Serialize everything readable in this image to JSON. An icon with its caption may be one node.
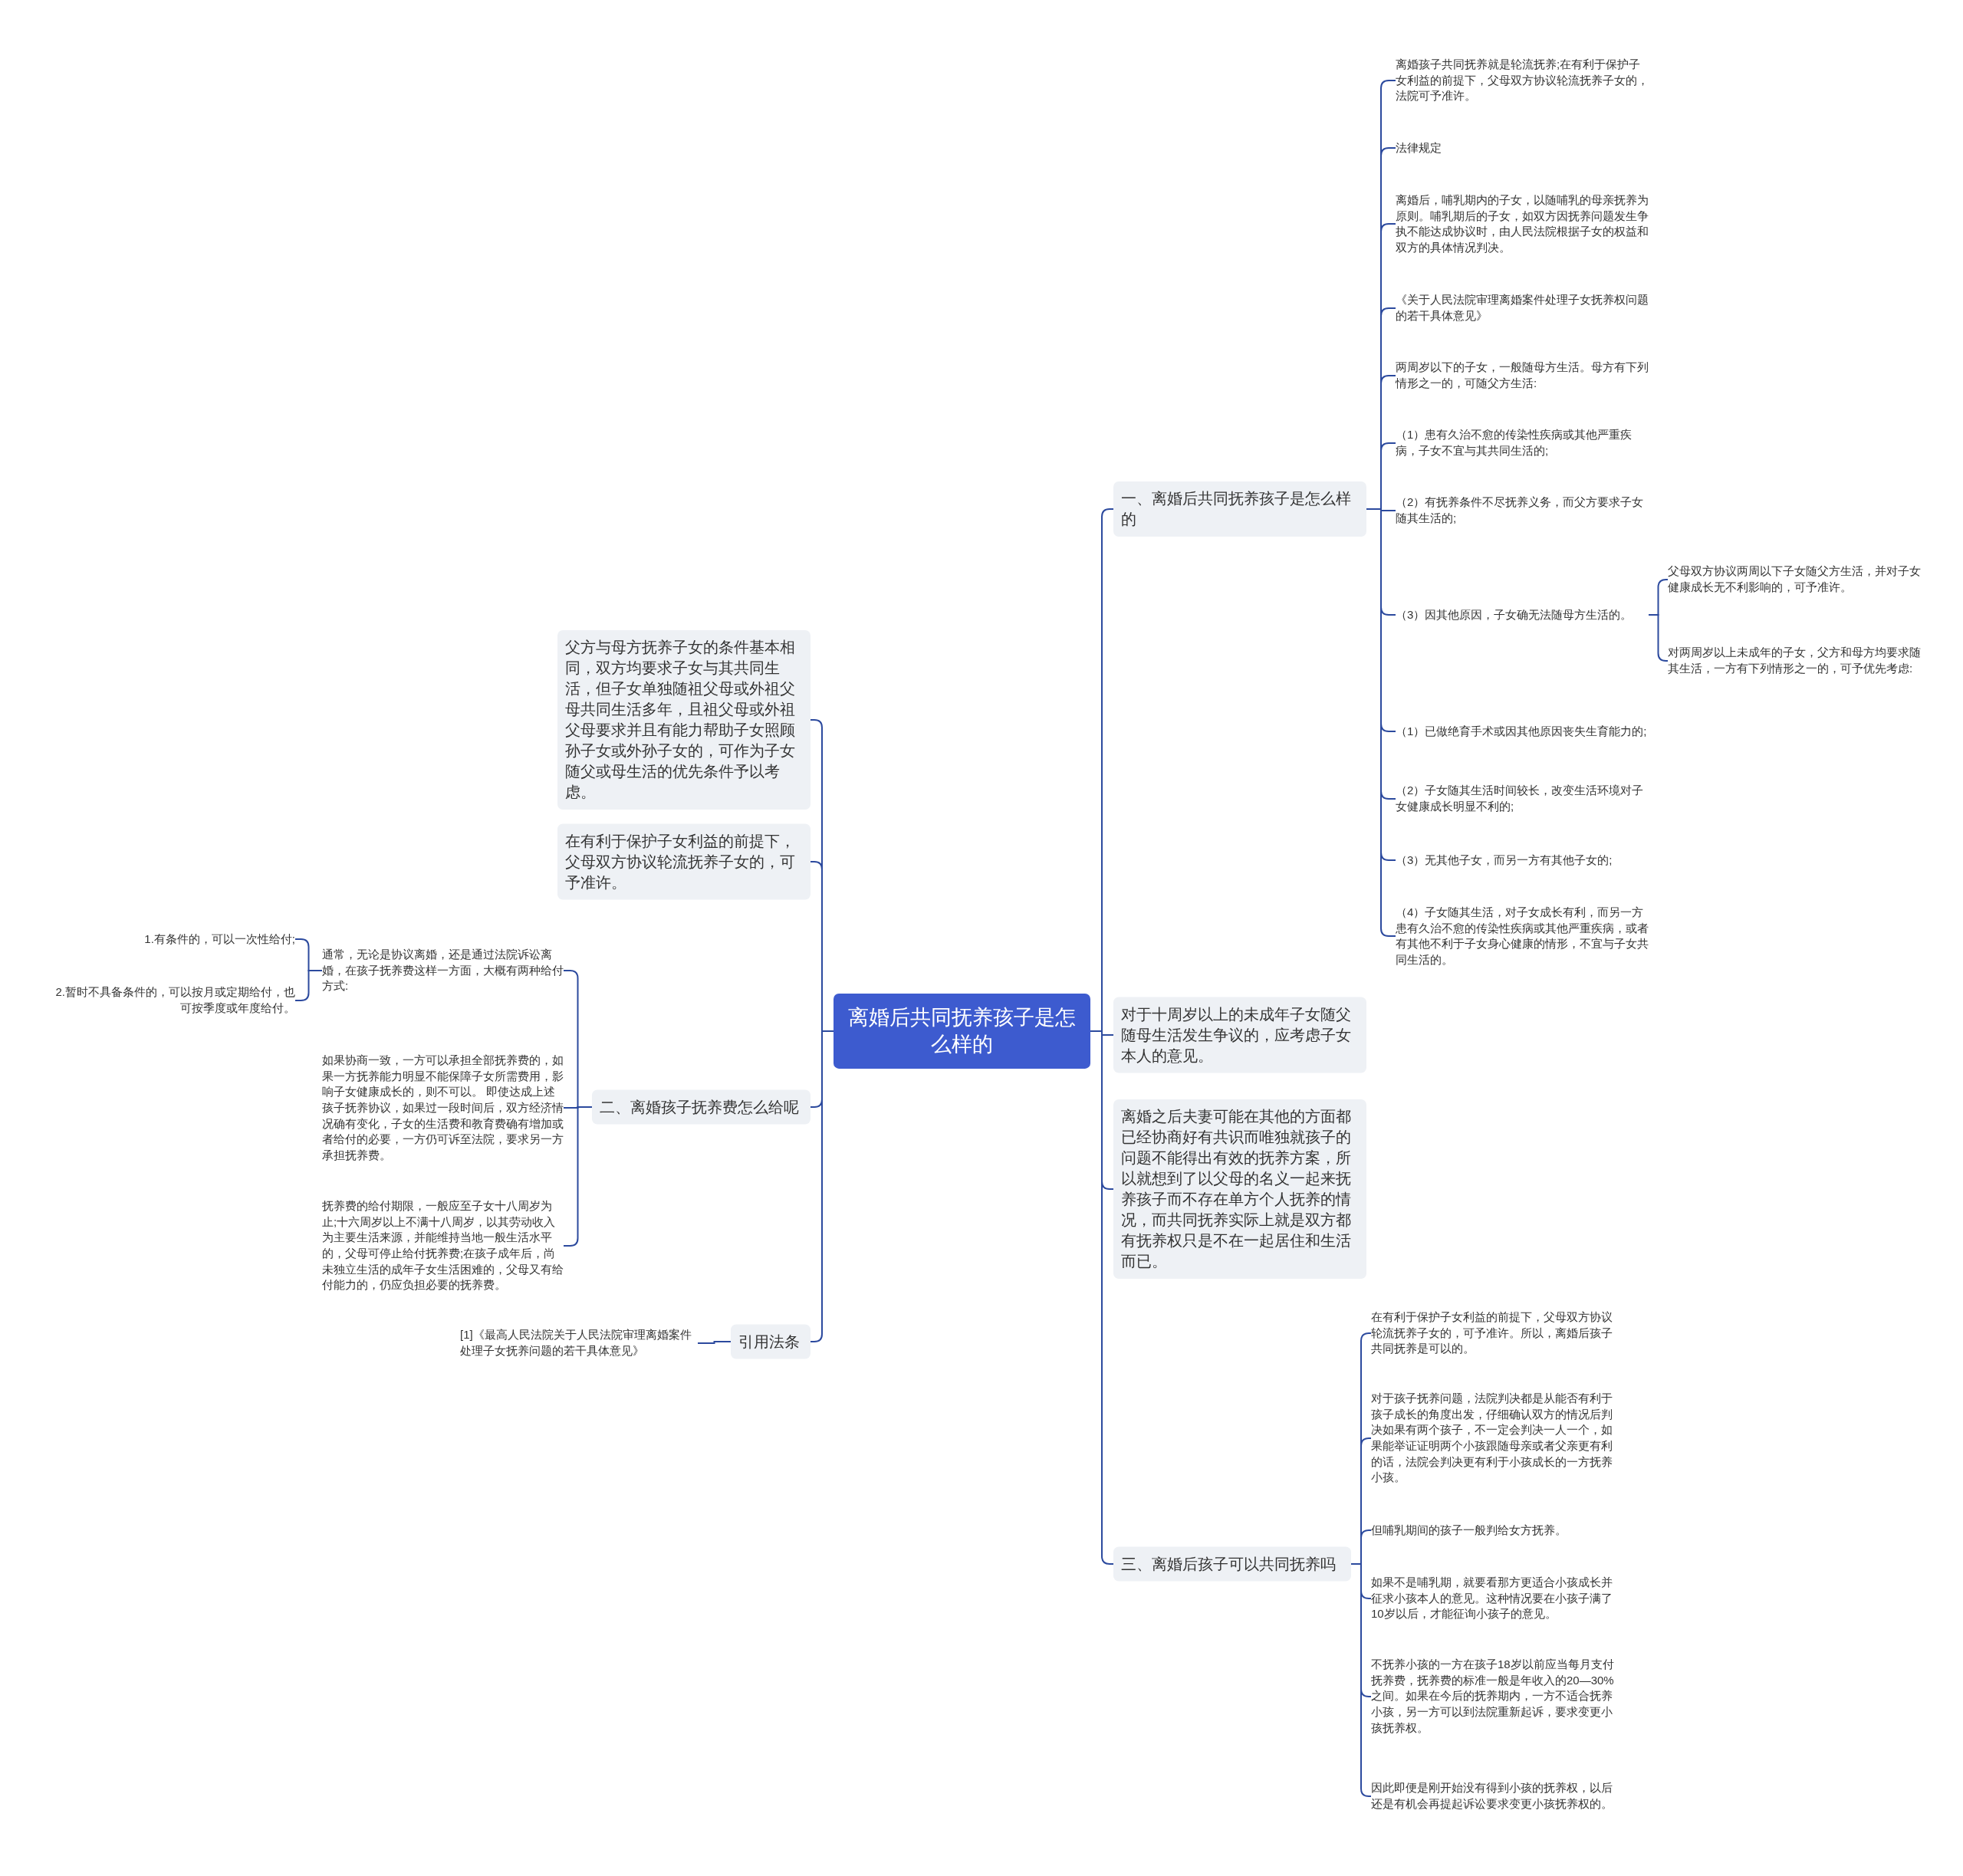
{
  "diagram": {
    "nodes": [
      {
        "text": [
          "离婚后共同抚养孩子是怎么样的"
        ]
      },
      {
        "text": [
          "一、离婚后共同抚养孩子是怎么样的"
        ]
      },
      {
        "text": [
          "离婚孩子共同抚养就是轮流抚养;在有利于保护子女利益的前提下，父母双方协议轮流抚养子女的，法院可予准许。"
        ]
      },
      {
        "text": [
          "法律规定"
        ]
      },
      {
        "text": [
          "离婚后，哺乳期内的子女，以随哺乳的母亲抚养为原则。哺乳期后的子女，如双方因抚养问题发生争执不能达成协议时，由人民法院根据子女的权益和双方的具体情况判决。"
        ]
      },
      {
        "text": [
          "《关于人民法院审理离婚案件处理子女抚养权问题的若干具体意见》"
        ]
      },
      {
        "text": [
          "两周岁以下的子女，一般随母方生活。母方有下列情形之一的，可随父方生活:"
        ]
      },
      {
        "text": [
          "（1）患有久治不愈的传染性疾病或其他严重疾病，子女不宜与其共同生活的;"
        ]
      },
      {
        "text": [
          "（2）有抚养条件不尽抚养义务，而父方要求子女随其生活的;"
        ]
      },
      {
        "text": [
          "（3）因其他原因，子女确无法随母方生活的。"
        ]
      },
      {
        "text": [
          "父母双方协议两周以下子女随父方生活，并对子女健康成长无不利影响的，可予准许。"
        ]
      },
      {
        "text": [
          "对两周岁以上未成年的子女，父方和母方均要求随其生活，一方有下列情形之一的，可予优先考虑:"
        ]
      },
      {
        "text": [
          "（1）已做绝育手术或因其他原因丧失生育能力的;"
        ]
      },
      {
        "text": [
          "（2）子女随其生活时间较长，改变生活环境对子女健康成长明显不利的;"
        ]
      },
      {
        "text": [
          "（3）无其他子女，而另一方有其他子女的;"
        ]
      },
      {
        "text": [
          "（4）子女随其生活，对子女成长有利，而另一方患有久治不愈的传染性疾病或其他严重疾病，或者有其他不利于子女身心健康的情形，不宜与子女共同生活的。"
        ]
      },
      {
        "text": [
          "对于十周岁以上的未成年子女随父随母生活发生争议的，应考虑子女本人的意见。"
        ]
      },
      {
        "text": [
          "离婚之后夫妻可能在其他的方面都已经协商好有共识而唯独就孩子的问题不能得出有效的抚养方案，所以就想到了以父母的名义一起来抚养孩子而不存在单方个人抚养的情况，而共同抚养实际上就是双方都有抚养权只是不在一起居住和生活而已。"
        ]
      },
      {
        "text": [
          "三、离婚后孩子可以共同抚养吗"
        ]
      },
      {
        "text": [
          "在有利于保护子女利益的前提下，父母双方协议轮流抚养子女的，可予准许。所以，离婚后孩子共同抚养是可以的。"
        ]
      },
      {
        "text": [
          "对于孩子抚养问题，法院判决都是从能否有利于孩子成长的角度出发，仔细确认双方的情况后判决如果有两个孩子，不一定会判决一人一个，如果能举证证明两个小孩跟随母亲或者父亲更有利的话，法院会判决更有利于小孩成长的一方抚养小孩。"
        ]
      },
      {
        "text": [
          "但哺乳期间的孩子一般判给女方抚养。"
        ]
      },
      {
        "text": [
          "如果不是哺乳期，就要看那方更适合小孩成长并征求小孩本人的意见。这种情况要在小孩子满了10岁以后，才能征询小孩子的意见。"
        ]
      },
      {
        "text": [
          "不抚养小孩的一方在孩子18岁以前应当每月支付抚养费，抚养费的标准一般是年收入的20—30%之间。如果在今后的抚养期内，一方不适合抚养小孩，另一方可以到法院重新起诉，要求变更小孩抚养权。"
        ]
      },
      {
        "text": [
          "因此即便是刚开始没有得到小孩的抚养权，以后还是有机会再提起诉讼要求变更小孩抚养权的。"
        ]
      },
      {
        "text": [
          "父方与母方抚养子女的条件基本相同，双方均要求子女与其共同生活，但子女单独随祖父母或外祖父母共同生活多年，且祖父母或外祖父母要求并且有能力帮助子女照顾孙子女或外孙子女的，可作为子女随父或母生活的优先条件予以考虑。"
        ]
      },
      {
        "text": [
          "在有利于保护子女利益的前提下，父母双方协议轮流抚养子女的，可予准许。"
        ]
      },
      {
        "text": [
          "二、离婚孩子抚养费怎么给呢"
        ]
      },
      {
        "text": [
          "通常，无论是协议离婚，还是通过法院诉讼离婚，在孩子抚养费这样一方面，大概有两种给付方式:"
        ]
      },
      {
        "text": [
          "1.有条件的，可以一次性给付;"
        ]
      },
      {
        "text": [
          "2.暂时不具备条件的，可以按月或定期给付，也可按季度或年度给付。"
        ]
      },
      {
        "text": [
          "如果协商一致，一方可以承担全部抚养费的，如果一方抚养能力明显不能保障子女所需费用，影响子女健康成长的，则不可以。 即使达成上述孩子抚养协议，如果过一段时间后，双方经济情况确有变化，子女的生活费和教育费确有增加或者给付的必要，一方仍可诉至法院，要求另一方承担抚养费。"
        ]
      },
      {
        "text": [
          "抚养费的给付期限，一般应至子女十八周岁为止;十六周岁以上不满十八周岁，以其劳动收入为主要生活来源，并能维持当地一般生活水平的，父母可停止给付抚养费;在孩子成年后，尚未独立生活的成年子女生活困难的，父母又有给付能力的，仍应负担必要的抚养费。"
        ]
      },
      {
        "text": [
          "引用法条"
        ]
      },
      {
        "text": [
          "[1]《最高人民法院关于人民法院审理离婚案件处理子女抚养问题的若干具体意见》"
        ]
      }
    ],
    "edges": [
      {
        "from": 0,
        "to": 1,
        "arrow": "none"
      },
      {
        "from": 1,
        "to": 2,
        "arrow": "none"
      },
      {
        "from": 1,
        "to": 3,
        "arrow": "none"
      },
      {
        "from": 1,
        "to": 4,
        "arrow": "none"
      },
      {
        "from": 1,
        "to": 5,
        "arrow": "none"
      },
      {
        "from": 1,
        "to": 6,
        "arrow": "none"
      },
      {
        "from": 1,
        "to": 7,
        "arrow": "none"
      },
      {
        "from": 1,
        "to": 8,
        "arrow": "none"
      },
      {
        "from": 1,
        "to": 9,
        "arrow": "none"
      },
      {
        "from": 9,
        "to": 10,
        "arrow": "none"
      },
      {
        "from": 9,
        "to": 11,
        "arrow": "none"
      },
      {
        "from": 1,
        "to": 12,
        "arrow": "none"
      },
      {
        "from": 1,
        "to": 13,
        "arrow": "none"
      },
      {
        "from": 1,
        "to": 14,
        "arrow": "none"
      },
      {
        "from": 1,
        "to": 15,
        "arrow": "none"
      },
      {
        "from": 0,
        "to": 16,
        "arrow": "none"
      },
      {
        "from": 0,
        "to": 17,
        "arrow": "none"
      },
      {
        "from": 0,
        "to": 18,
        "arrow": "none"
      },
      {
        "from": 18,
        "to": 19,
        "arrow": "none"
      },
      {
        "from": 18,
        "to": 20,
        "arrow": "none"
      },
      {
        "from": 18,
        "to": 21,
        "arrow": "none"
      },
      {
        "from": 18,
        "to": 22,
        "arrow": "none"
      },
      {
        "from": 18,
        "to": 23,
        "arrow": "none"
      },
      {
        "from": 18,
        "to": 24,
        "arrow": "none"
      },
      {
        "from": 0,
        "to": 25,
        "arrow": "none"
      },
      {
        "from": 0,
        "to": 26,
        "arrow": "none"
      },
      {
        "from": 0,
        "to": 27,
        "arrow": "none"
      },
      {
        "from": 27,
        "to": 28,
        "arrow": "none"
      },
      {
        "from": 28,
        "to": 29,
        "arrow": "none"
      },
      {
        "from": 28,
        "to": 30,
        "arrow": "none"
      },
      {
        "from": 27,
        "to": 31,
        "arrow": "none"
      },
      {
        "from": 27,
        "to": 32,
        "arrow": "none"
      },
      {
        "from": 0,
        "to": 33,
        "arrow": "none"
      },
      {
        "from": 33,
        "to": 34,
        "arrow": "none"
      }
    ]
  }
}
